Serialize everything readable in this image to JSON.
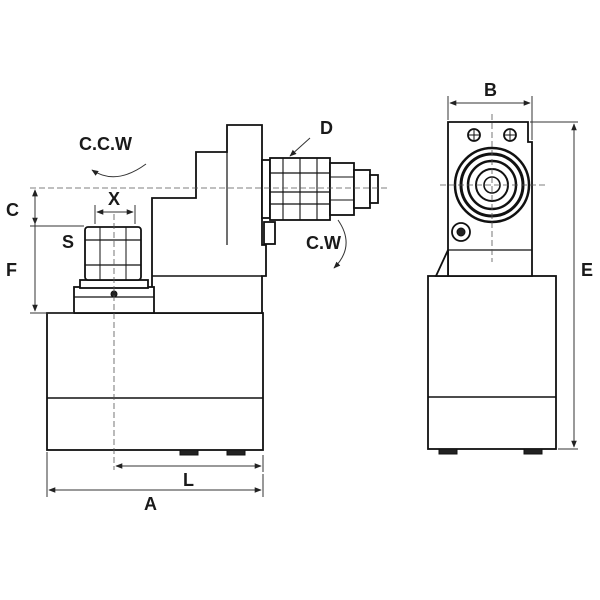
{
  "labels": {
    "ccw": "C.C.W",
    "cw": "C.W",
    "d": "D",
    "x": "X",
    "c": "C",
    "s": "S",
    "f": "F",
    "l": "L",
    "a": "A",
    "b": "B",
    "e": "E"
  },
  "colors": {
    "line": "#111111",
    "background": "#ffffff"
  }
}
